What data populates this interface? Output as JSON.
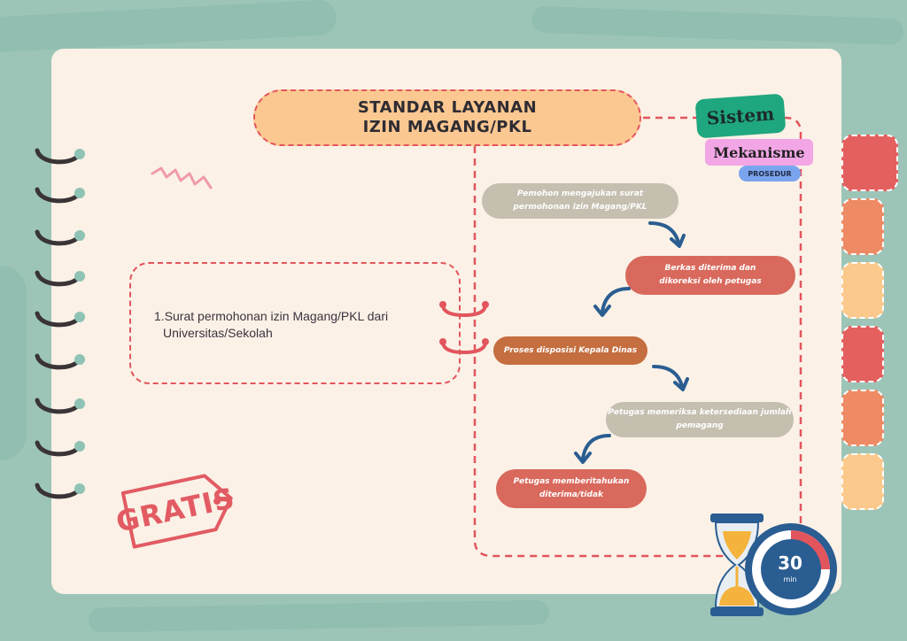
{
  "title": {
    "line1": "STANDAR LAYANAN",
    "line2": "IZIN MAGANG/PKL"
  },
  "badges": {
    "sistem": "Sistem",
    "mekanisme": "Mekanisme",
    "prosedur": "PROSEDUR"
  },
  "requirements": {
    "items": [
      {
        "number": "1.",
        "text": "Surat permohonan izin Magang/PKL dari",
        "text2": "Universitas/Sekolah"
      }
    ]
  },
  "steps": [
    {
      "line1": "Pemohon mengajukan surat",
      "line2": "permohonan izin Magang/PKL"
    },
    {
      "line1": "Berkas diterima dan",
      "line2": "dikoreksi oleh petugas"
    },
    {
      "line1": "Proses disposisi Kepala Dinas",
      "line2": ""
    },
    {
      "line1": "Petugas memeriksa ketersediaan jumlah",
      "line2": "pemagang"
    },
    {
      "line1": "Petugas memberitahukan",
      "line2": "diterima/tidak"
    }
  ],
  "stamp": {
    "text": "GRATIS"
  },
  "timer": {
    "value": "30",
    "unit": "min"
  },
  "colors": {
    "background": "#9cc5b8",
    "paper": "#fbf1e6",
    "accent_red": "#e2555d",
    "title_fill": "#fcc891",
    "step_gray": "#c5bfb0",
    "step_coral": "#d9695d",
    "step_brown": "#c56e3f",
    "arrow_blue": "#2a5d91"
  },
  "icons": [
    "spiral-ring-icon",
    "zigzag-icon",
    "curved-arrow-icon",
    "hourglass-icon",
    "stopwatch-icon",
    "connector-clip-icon"
  ]
}
